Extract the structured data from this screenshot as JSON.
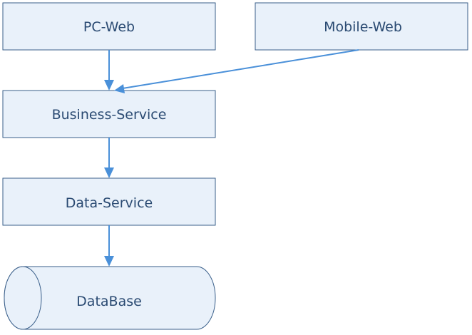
{
  "diagram": {
    "nodes": {
      "pc_web": "PC-Web",
      "mobile_web": "Mobile-Web",
      "business_service": "Business-Service",
      "data_service": "Data-Service",
      "database": "DataBase"
    }
  },
  "colors": {
    "node_fill": "#e9f1fa",
    "node_border": "#3a5f8a",
    "label_text": "#2a4a72",
    "arrow": "#4a90d9",
    "background": "#ffffff"
  }
}
